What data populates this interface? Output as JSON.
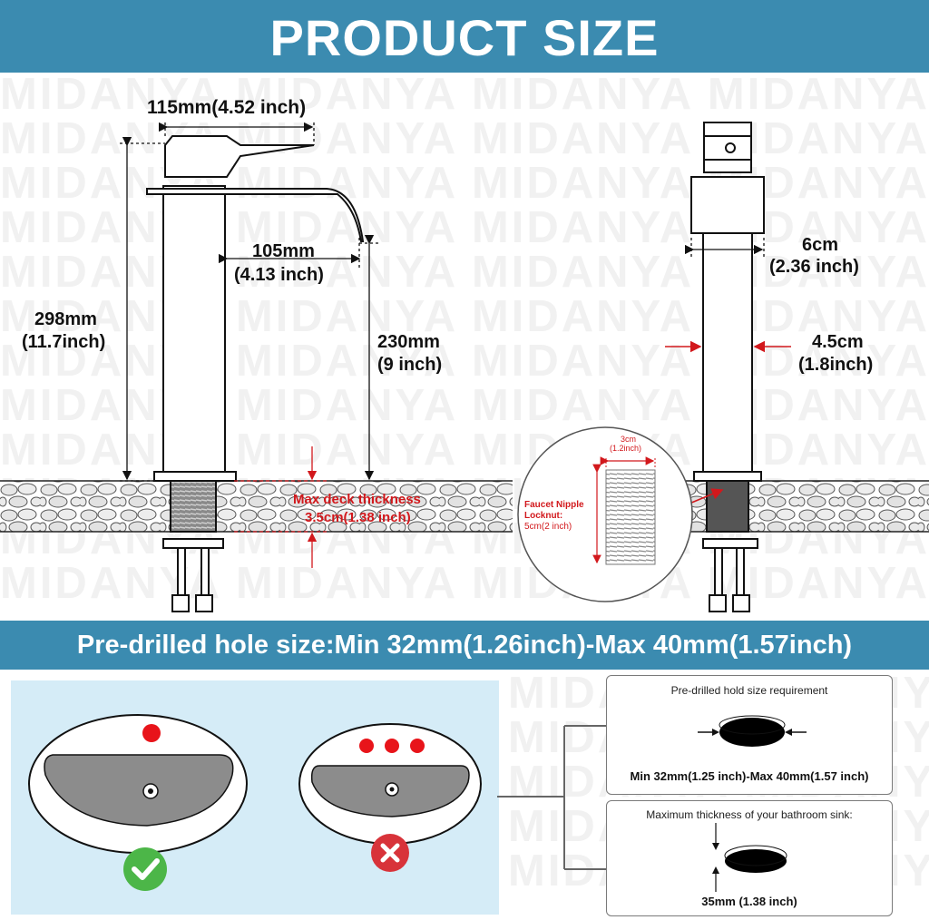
{
  "header": {
    "title": "PRODUCT SIZE"
  },
  "watermark": "MIDANYA",
  "left_diagram": {
    "handle_width": "115mm(4.52 inch)",
    "spout_reach": "105mm",
    "spout_reach_inch": "(4.13 inch)",
    "total_height": "298mm",
    "total_height_inch": "(11.7inch)",
    "spout_height": "230mm",
    "spout_height_inch": "(9 inch)",
    "deck_label": "Max deck thickness",
    "deck_value": "3.5cm(1.38 inch)"
  },
  "right_diagram": {
    "base_width": "6cm",
    "base_width_inch": "(2.36 inch)",
    "body_width": "4.5cm",
    "body_width_inch": "(1.8inch)",
    "nipple_width": "3cm",
    "nipple_width_inch": "(1.2inch)",
    "nipple_label_1": "Faucet Nipple",
    "nipple_label_2": "Locknut:",
    "nipple_label_3": "5cm(2 inch)"
  },
  "hole_banner": "Pre-drilled hole size:Min 32mm(1.26inch)-Max 40mm(1.57inch)",
  "requirements": {
    "hole_title": "Pre-drilled hold size requirement",
    "hole_range": "Min 32mm(1.25 inch)-Max 40mm(1.57 inch)",
    "thickness_title": "Maximum thickness of your bathroom sink:",
    "thickness_value": "35mm (1.38 inch)"
  },
  "colors": {
    "banner": "#3b8bb0",
    "accent_red": "#d2181c",
    "ok_green": "#4cb648",
    "bad_red": "#d8333a",
    "panel": "#d5ecf7"
  }
}
